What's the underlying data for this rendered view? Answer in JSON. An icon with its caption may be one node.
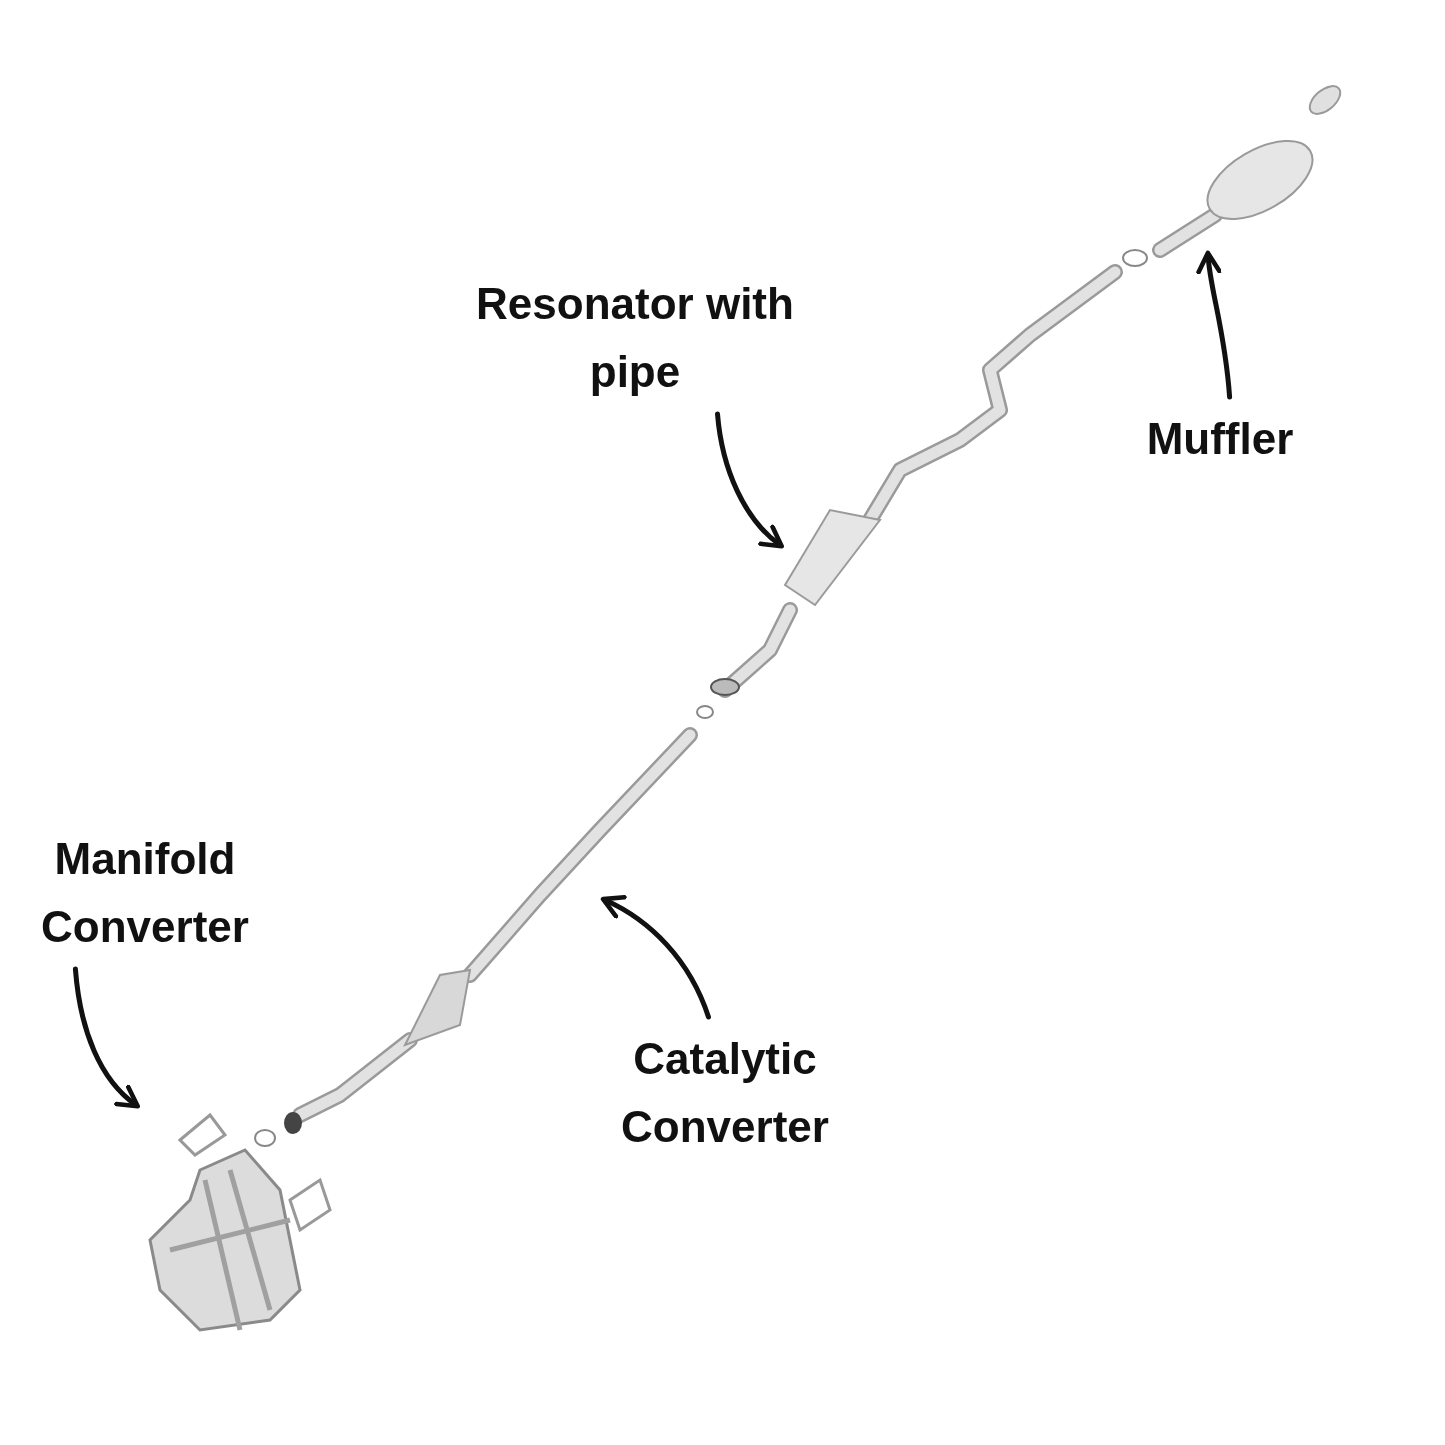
{
  "diagram": {
    "nodes": [
      {
        "text": [
          "Resonator with pipe"
        ]
      },
      {
        "text": [
          "Muffler"
        ]
      },
      {
        "text": [
          "Manifold Converter"
        ]
      },
      {
        "text": [
          "Catalytic Converter"
        ]
      }
    ],
    "edges": [
      {
        "from": 0,
        "to": null,
        "arrow": "to"
      },
      {
        "from": 1,
        "to": null,
        "arrow": "to"
      },
      {
        "from": 2,
        "to": null,
        "arrow": "to"
      },
      {
        "from": 3,
        "to": null,
        "arrow": "to"
      }
    ]
  }
}
